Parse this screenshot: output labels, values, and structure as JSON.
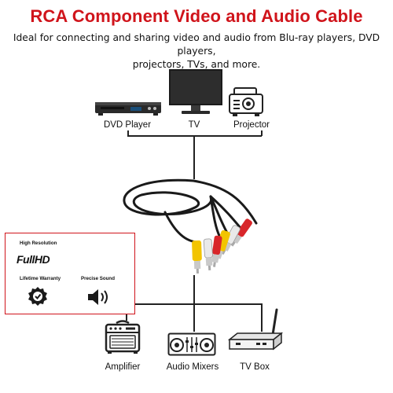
{
  "header": {
    "title": "RCA Component Video and Audio Cable",
    "subtitle_line1": "Ideal for connecting and sharing video and audio from Blu-ray players, DVD players,",
    "subtitle_line2": "projectors, TVs, and more."
  },
  "top_devices": [
    {
      "label": "DVD Player",
      "icon": "dvd-player-icon"
    },
    {
      "label": "TV",
      "icon": "tv-icon"
    },
    {
      "label": "Projector",
      "icon": "projector-icon"
    }
  ],
  "bottom_devices": [
    {
      "label": "Amplifier",
      "icon": "amplifier-icon"
    },
    {
      "label": "Audio Mixers",
      "icon": "audio-mixer-icon"
    },
    {
      "label": "TV Box",
      "icon": "tv-box-icon"
    }
  ],
  "features": {
    "high_resolution": "High Resolution",
    "fullhd_logo": "FullHD",
    "lifetime_warranty": "Lifetime Warranty",
    "precise_sound": "Precise Sound"
  },
  "colors": {
    "accent": "#d0141b",
    "plug_yellow": "#f2c400",
    "plug_red": "#d8262a",
    "plug_white": "#e9e9e9",
    "cable": "#1a1a1a"
  }
}
